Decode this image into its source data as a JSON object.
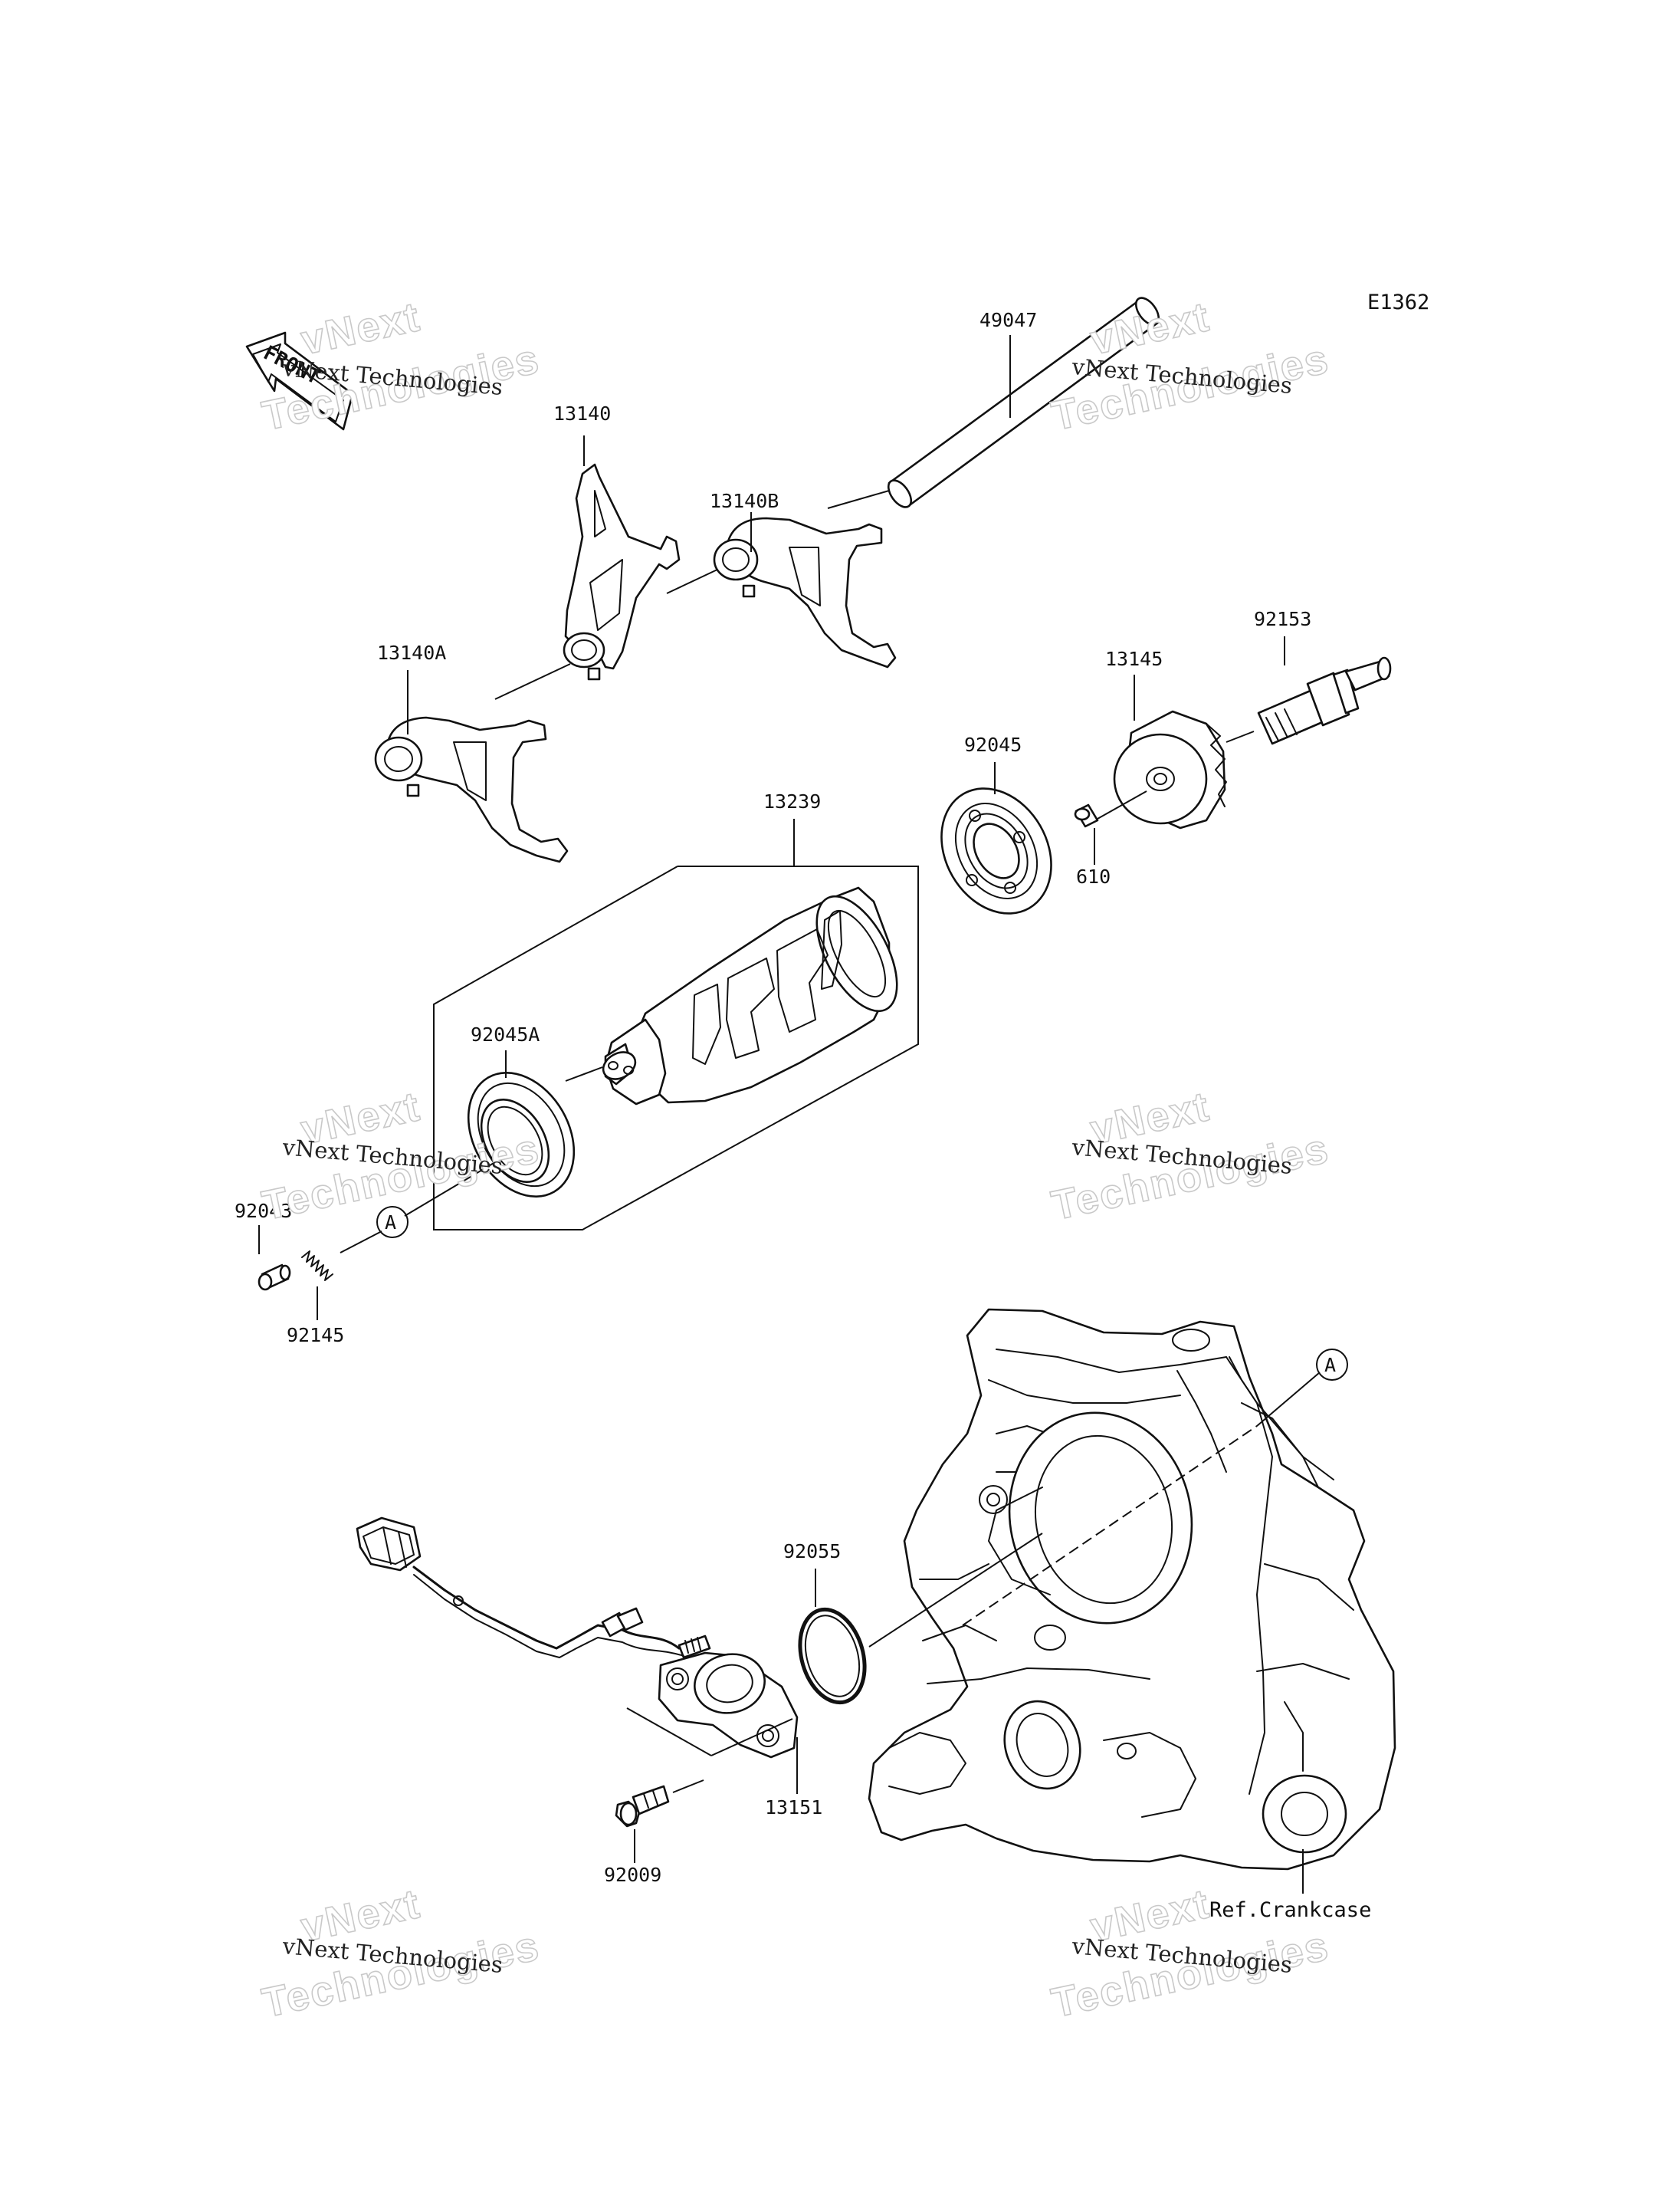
{
  "diagram_code": "E1362",
  "front_label": "FRONT",
  "reference_label": "Ref.Crankcase",
  "callout_A": "A",
  "watermark": {
    "brand_small": "vNext Technologies",
    "brand_line1": "vNext",
    "brand_line2": "Technologies"
  },
  "parts": {
    "p49047": "49047",
    "p13140": "13140",
    "p13140B": "13140B",
    "p13140A": "13140A",
    "p92153": "92153",
    "p13145": "13145",
    "p92045": "92045",
    "p610": "610",
    "p13239": "13239",
    "p92045A": "92045A",
    "p92043": "92043",
    "p92145": "92145",
    "p92055": "92055",
    "p13151": "13151",
    "p92009": "92009"
  }
}
